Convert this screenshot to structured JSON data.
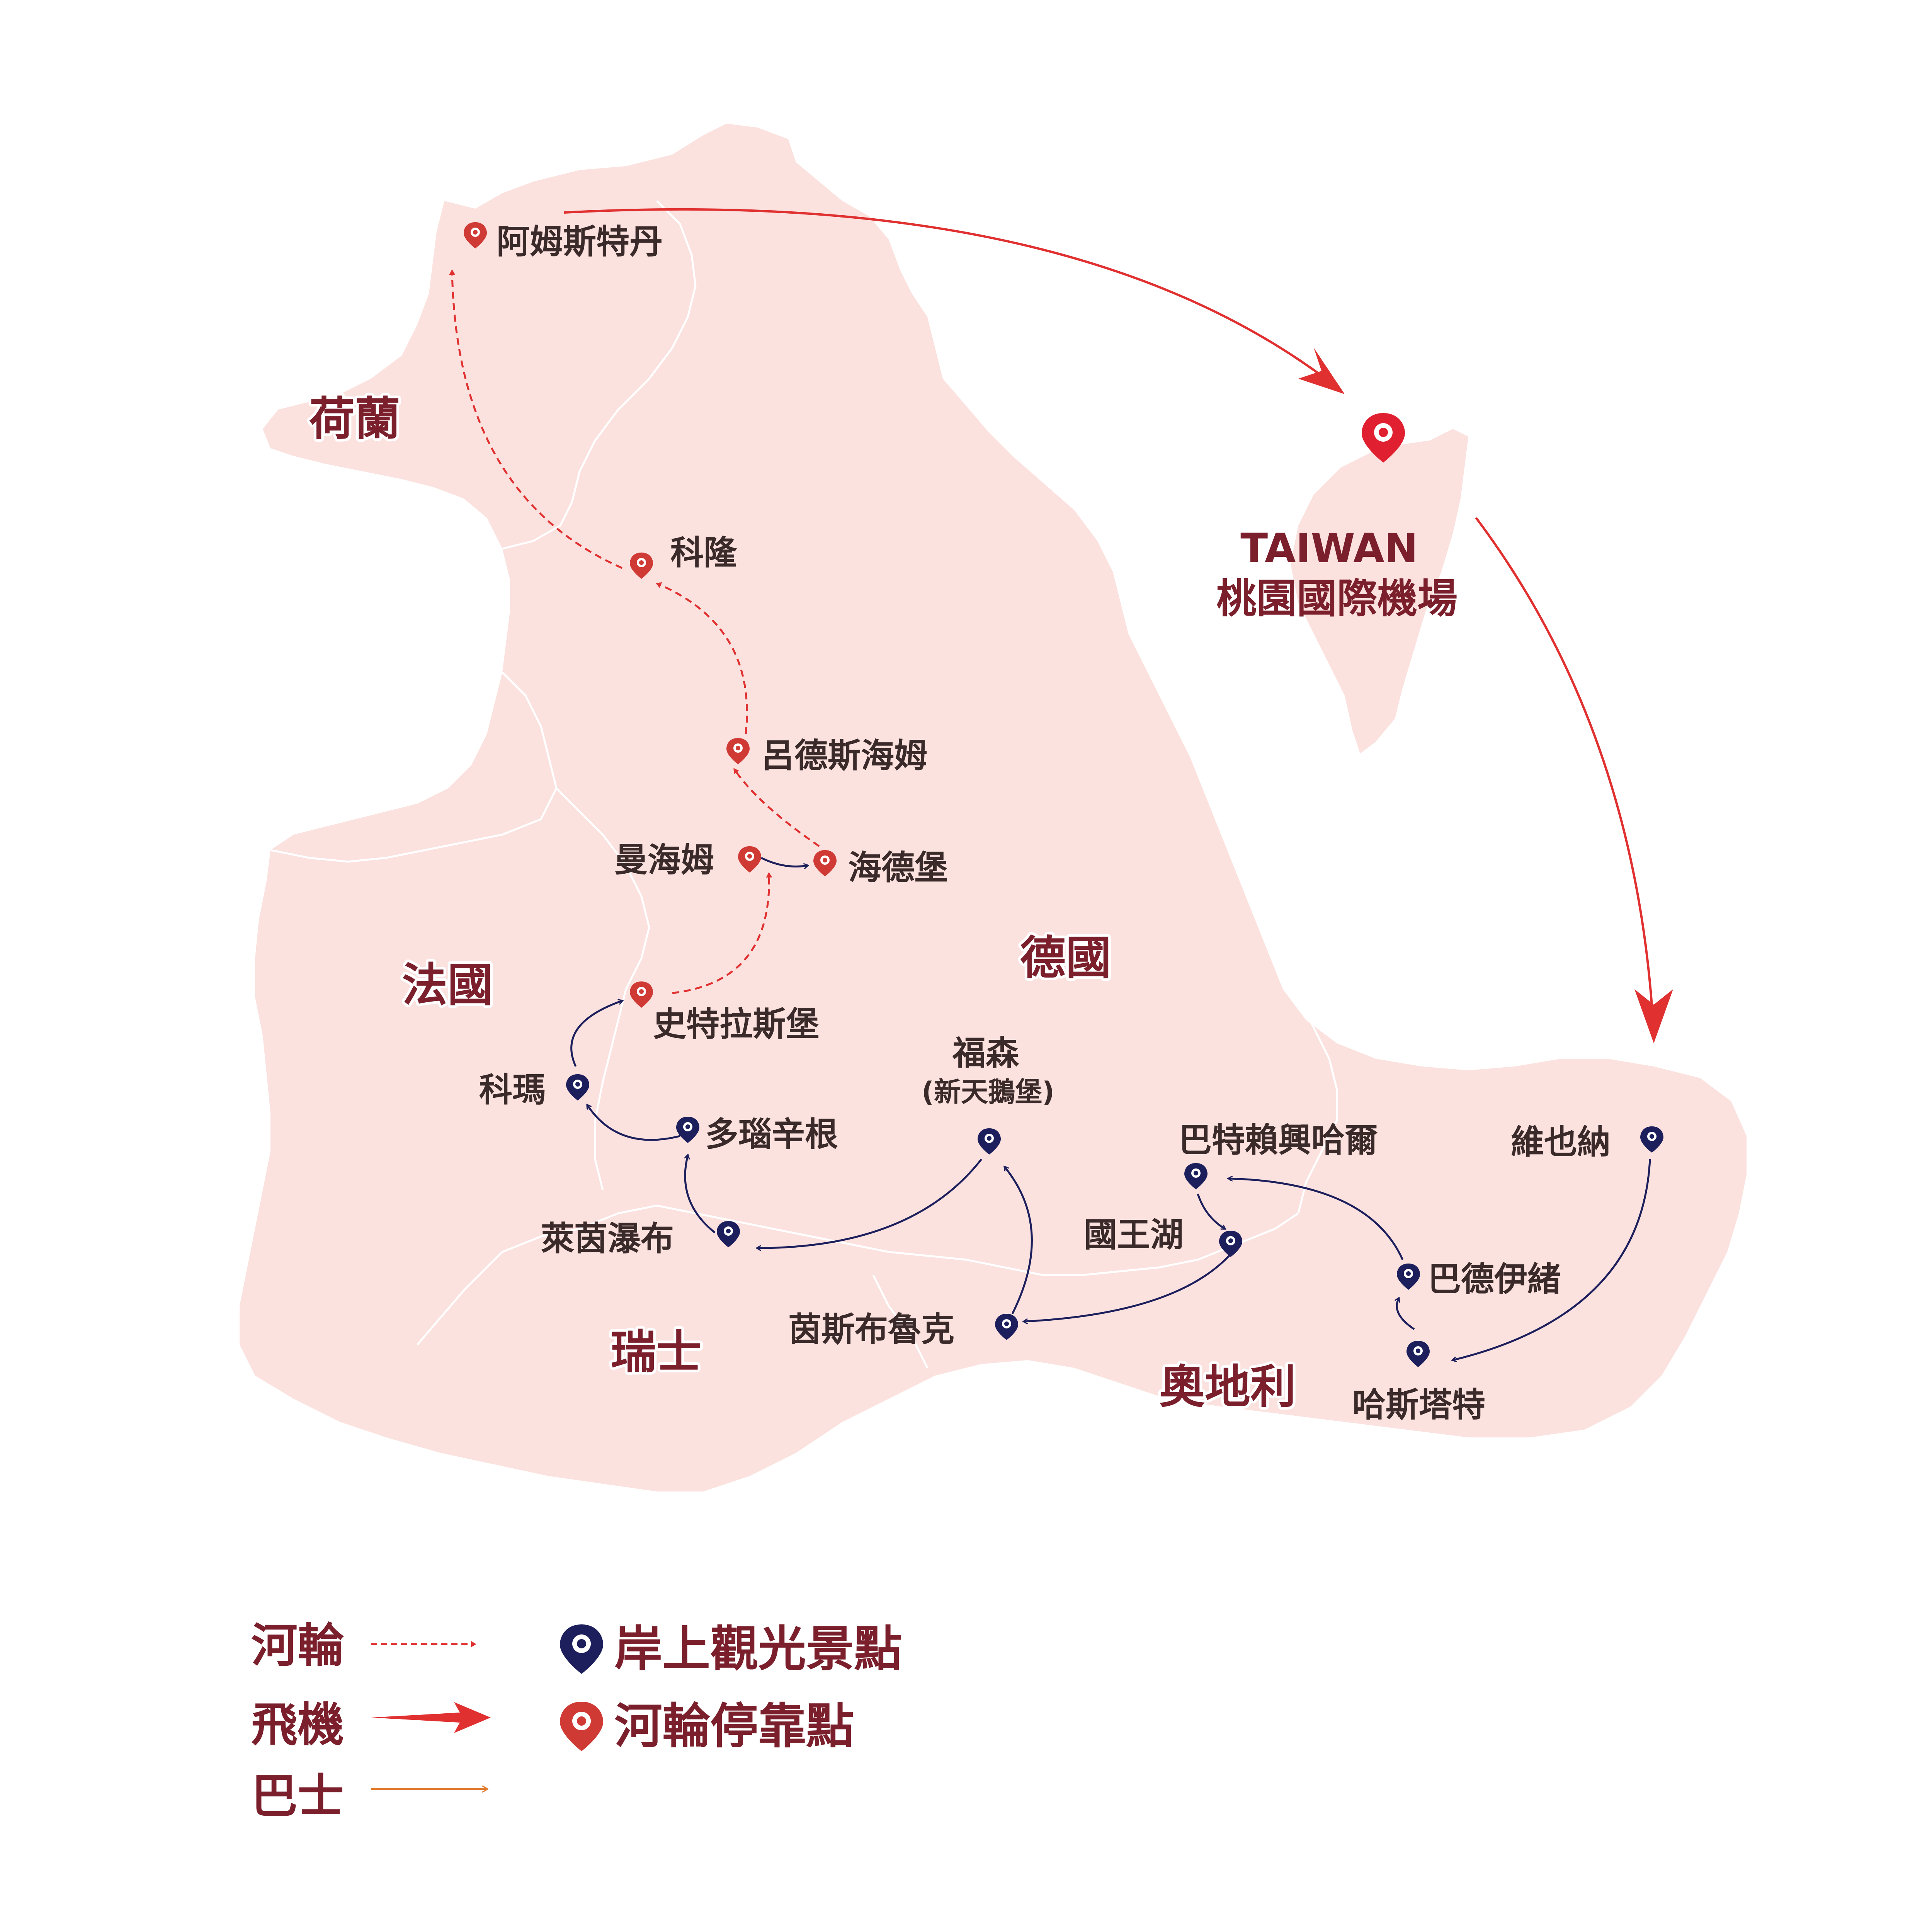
{
  "colors": {
    "land": "#fbe2df",
    "border": "#ffffff",
    "label": "#7a1f2b",
    "red": "#e03030",
    "navy": "#1c1f5c",
    "bus": "#e07a2c"
  },
  "countries": {
    "netherlands": "荷蘭",
    "france": "法國",
    "germany": "德國",
    "switzerland": "瑞士",
    "austria": "奧地利"
  },
  "river_stops": {
    "amsterdam": "阿姆斯特丹",
    "cologne": "科隆",
    "rudesheim": "呂德斯海姆",
    "mannheim": "曼海姆",
    "heidelberg": "海德堡",
    "strasbourg": "史特拉斯堡"
  },
  "shore_sights": {
    "colmar": "科瑪",
    "donaueschingen": "多瑙辛根",
    "rhine_falls": "萊茵瀑布",
    "fussen": "福森",
    "fussen_sub": "(新天鵝堡)",
    "innsbruck": "茵斯布魯克",
    "berchtesgaden": "巴特賴興哈爾",
    "konigssee": "國王湖",
    "bad_ischl": "巴德伊緒",
    "hallstatt": "哈斯塔特",
    "vienna": "維也納"
  },
  "taiwan": {
    "name": "TAIWAN",
    "airport": "桃園國際機場"
  },
  "legend": {
    "river_cruise": "河輪",
    "flight": "飛機",
    "bus": "巴士",
    "shore_sight": "岸上觀光景點",
    "river_stop": "河輪停靠點"
  }
}
